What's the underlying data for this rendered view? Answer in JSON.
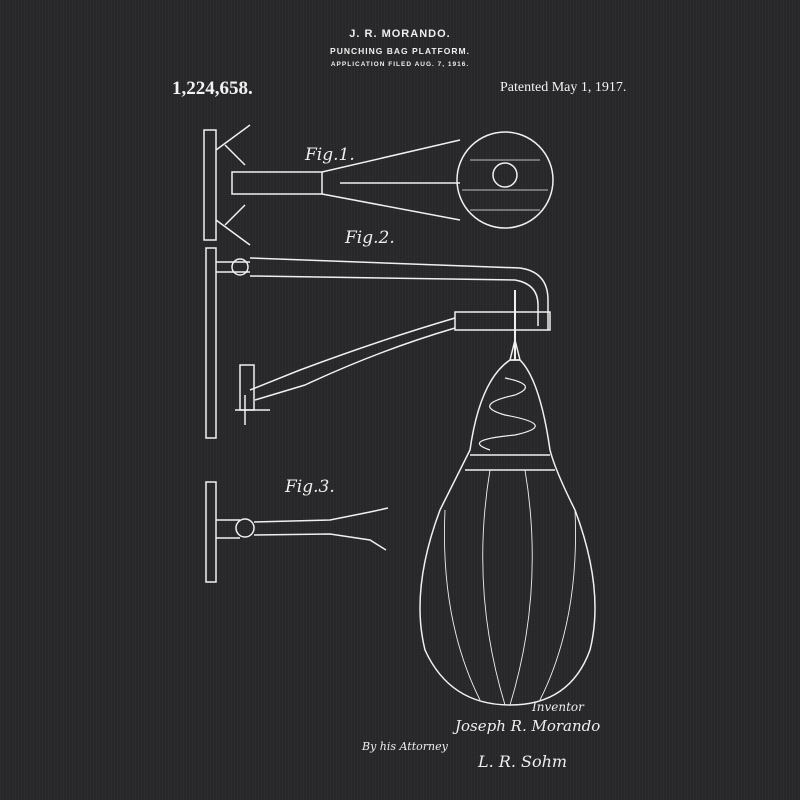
{
  "header": {
    "inventor_name": "J. R. MORANDO.",
    "title": "PUNCHING BAG PLATFORM.",
    "filed": "APPLICATION FILED AUG. 7, 1916.",
    "patent_number": "1,224,658.",
    "patented": "Patented May 1, 1917."
  },
  "figures": {
    "fig1": "Fig.1.",
    "fig2": "Fig.2.",
    "fig3": "Fig.3."
  },
  "signatures": {
    "inventor_label": "Inventor",
    "inventor": "Joseph R. Morando",
    "by_attorney": "By his Attorney",
    "attorney": "L. R. Sohm"
  },
  "colors": {
    "background": "#29292b",
    "ink": "#f2f2f2"
  }
}
